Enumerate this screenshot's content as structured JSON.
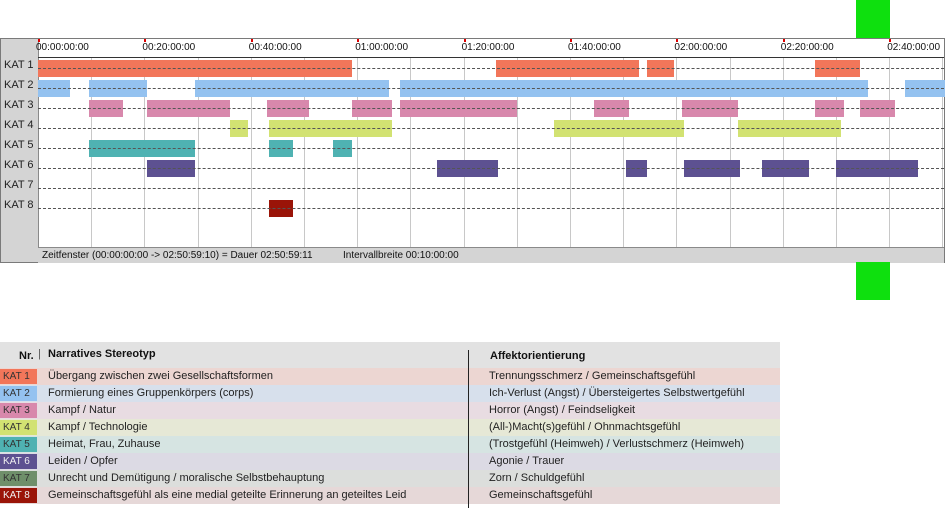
{
  "categories": [
    {
      "id": "kat1",
      "label": "KAT 1",
      "color": "#f2765a",
      "legend_bg": "#ecd6d2",
      "stereotype": "Übergang zwischen zwei Gesellschaftsformen",
      "affekt": "Trennungsschmerz / Gemeinschaftsgefühl"
    },
    {
      "id": "kat2",
      "label": "KAT 2",
      "color": "#94c2f0",
      "legend_bg": "#d7e0ec",
      "stereotype": "Formierung eines Gruppenkörpers (corps)",
      "affekt": "Ich-Verlust (Angst) / Übersteigertes Selbstwertgefühl"
    },
    {
      "id": "kat3",
      "label": "KAT 3",
      "color": "#d888ac",
      "legend_bg": "#e8dce2",
      "stereotype": "Kampf / Natur",
      "affekt": "Horror (Angst) / Feindseligkeit"
    },
    {
      "id": "kat4",
      "label": "KAT 4",
      "color": "#d2e272",
      "legend_bg": "#e6e8d6",
      "stereotype": "Kampf / Technologie",
      "affekt": "(All-)Macht(s)gefühl / Ohnmachtsgefühl"
    },
    {
      "id": "kat5",
      "label": "KAT 5",
      "color": "#4fb2b2",
      "legend_bg": "#d6e4e2",
      "stereotype": "Heimat, Frau, Zuhause",
      "affekt": "(Trostgefühl (Heimweh) / Verlustschmerz (Heimweh)"
    },
    {
      "id": "kat6",
      "label": "KAT 6",
      "color": "#5d5191",
      "legend_bg": "#dcdae4",
      "stereotype": "Leiden / Opfer",
      "affekt": "Agonie / Trauer"
    },
    {
      "id": "kat7",
      "label": "KAT 7",
      "color": "#6f8f6a",
      "legend_bg": "#dcdedc",
      "stereotype": "Unrecht und Demütigung / moralische Selbstbehauptung",
      "affekt": "Zorn / Schuldgefühl"
    },
    {
      "id": "kat8",
      "label": "KAT 8",
      "color": "#9a1408",
      "legend_bg": "#e6d8d8",
      "stereotype": "Gemeinschaftsgefühl als eine medial geteilte Erinnerung an geteiltes Leid",
      "affekt": "Gemeinschaftsgefühl"
    }
  ],
  "timeline": {
    "start": "00:00:00:00",
    "end": "02:50:59:10",
    "tick_labels": [
      "00:00:00:00",
      "00:20:00:00",
      "00:40:00:00",
      "01:00:00:00",
      "01:20:00:00",
      "01:40:00:00",
      "02:00:00:00",
      "02:20:00:00",
      "02:40:00:00"
    ],
    "segments_minutes": {
      "kat1": [
        [
          0,
          59
        ],
        [
          86,
          113
        ],
        [
          114.5,
          119.5
        ],
        [
          146,
          154.5
        ]
      ],
      "kat2": [
        [
          0,
          6
        ],
        [
          9.5,
          20.5
        ],
        [
          29.5,
          66
        ],
        [
          68,
          156
        ],
        [
          163,
          171
        ]
      ],
      "kat3": [
        [
          9.5,
          16
        ],
        [
          20.5,
          36
        ],
        [
          43,
          51
        ],
        [
          59,
          66.5
        ],
        [
          68,
          90
        ],
        [
          104.5,
          111
        ],
        [
          121,
          131.5
        ],
        [
          146,
          151.5
        ],
        [
          154.5,
          161
        ]
      ],
      "kat4": [
        [
          36,
          39.5
        ],
        [
          43.5,
          66.5
        ],
        [
          97,
          121.5
        ],
        [
          131.5,
          151
        ]
      ],
      "kat5": [
        [
          9.5,
          29.5
        ],
        [
          43.5,
          48
        ],
        [
          55.5,
          59
        ]
      ],
      "kat6": [
        [
          20.5,
          29.5
        ],
        [
          75,
          86.5
        ],
        [
          110.5,
          114.5
        ],
        [
          121.5,
          132
        ],
        [
          136,
          145
        ],
        [
          150,
          165.5
        ]
      ],
      "kat7": [],
      "kat8": [
        [
          43.5,
          48
        ]
      ]
    }
  },
  "status": {
    "window": "Zeitfenster (00:00:00:00 -> 02:50:59:10) = Dauer 02:50:59:11",
    "interval": "Intervallbreite 00:10:00:00"
  },
  "legend": {
    "col_nr": "Nr.",
    "col_stereotyp": "Narratives Stereotyp",
    "col_affekt": "Affektorientierung"
  }
}
